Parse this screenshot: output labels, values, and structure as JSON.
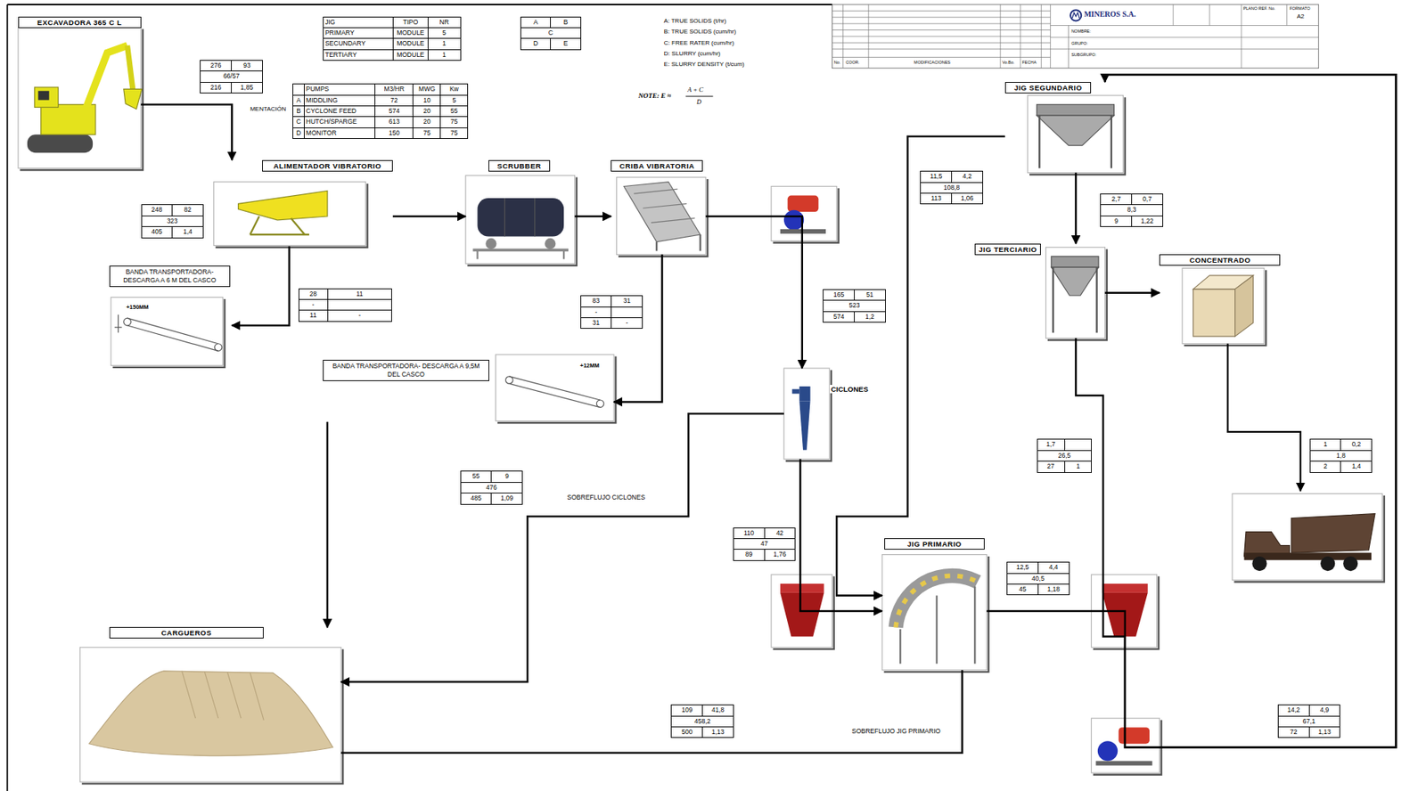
{
  "diagram": {
    "nodes": [
      {
        "text": [
          "EXCAVADORA 365 C L"
        ]
      },
      {
        "text": [
          "ALIMENTADOR VIBRATORIO"
        ]
      },
      {
        "text": [
          "BANDA TRANSPORTADORA- DESCARGA A 6 M DEL CASCO",
          "+150MM"
        ]
      },
      {
        "text": [
          "SCRUBBER"
        ]
      },
      {
        "text": [
          "CRIBA VIBRATORIA"
        ]
      },
      {
        "text": [
          "BANDA TRANSPORTADORA- DESCARGA A 9,5M DEL CASCO",
          "+12MM"
        ]
      },
      {
        "text": [
          "CICLONES"
        ]
      },
      {
        "text": [
          "CARGUEROS"
        ]
      },
      {
        "text": [
          "JIG PRIMARIO"
        ]
      },
      {
        "text": [
          "JIG SEGUNDARIO"
        ]
      },
      {
        "text": [
          "JIG TERCIARIO"
        ]
      },
      {
        "text": [
          "CONCENTRADO"
        ]
      }
    ],
    "edges": [
      {
        "from": 0,
        "to": 1,
        "arrow": "to"
      },
      {
        "from": 1,
        "to": 3,
        "arrow": "to"
      },
      {
        "from": 1,
        "to": 2,
        "arrow": "to"
      },
      {
        "from": 3,
        "to": 4,
        "arrow": "to"
      },
      {
        "from": 4,
        "to": 6,
        "arrow": "to"
      },
      {
        "from": 4,
        "to": 5,
        "arrow": "to"
      },
      {
        "from": 6,
        "to": 8,
        "arrow": "to"
      },
      {
        "from": 6,
        "to": 7,
        "label": "SOBREFLUJO CICLONES",
        "arrow": "to"
      },
      {
        "from": 5,
        "to": 7,
        "arrow": "to"
      },
      {
        "from": 8,
        "to": 7,
        "label": "SOBREFLUJO JIG PRIMARIO",
        "arrow": "none"
      },
      {
        "from": 9,
        "to": 8,
        "arrow": "to"
      },
      {
        "from": 8,
        "to": 9,
        "arrow": "to"
      },
      {
        "from": 9,
        "to": 10,
        "arrow": "to"
      },
      {
        "from": 10,
        "to": 11,
        "arrow": "to"
      },
      {
        "from": 10,
        "to": 9,
        "arrow": "to"
      }
    ],
    "labels": [
      "JIG",
      "TIPO",
      "NR",
      "PRIMARY",
      "MODULE",
      "5",
      "SECUNDARY",
      "MODULE",
      "1",
      "TERTIARY",
      "MODULE",
      "1",
      "A",
      "B",
      "C",
      "D",
      "E",
      "PUMPS",
      "M3/HR",
      "MWG",
      "Kw",
      "A",
      "MIDDLING",
      "72",
      "10",
      "5",
      "B",
      "CYCLONE FEED",
      "574",
      "20",
      "55",
      "C",
      "HUTCH/SPARGE",
      "613",
      "20",
      "75",
      "D",
      "MONITOR",
      "150",
      "75",
      "75",
      "276",
      "93",
      "66/57",
      "216",
      "1,85",
      "248",
      "82",
      "323",
      "405",
      "1,4",
      "28",
      "11",
      "-",
      "11",
      "-",
      "83",
      "31",
      "-",
      "31",
      "-",
      "165",
      "51",
      "523",
      "574",
      "1,2",
      "11,5",
      "4,2",
      "108,8",
      "113",
      "1,06",
      "2,7",
      "0,7",
      "8,3",
      "9",
      "1,22",
      "1,7",
      "26,5",
      "27",
      "1",
      "1",
      "0,2",
      "1,8",
      "2",
      "1,4",
      "55",
      "9",
      "476",
      "485",
      "1,09",
      "110",
      "42",
      "47",
      "89",
      "1,76",
      "12,5",
      "4,4",
      "40,5",
      "45",
      "1,18",
      "109",
      "41,8",
      "458,2",
      "500",
      "1,13",
      "14,2",
      "4,9",
      "67,1",
      "72",
      "1,13",
      "MENTACIÓN",
      "A: TRUE SOLIDS (t/hr)",
      "B: TRUE SOLIDS (cum/hr)",
      "C: FREE RATER (cum/hr)",
      "D: SLURRY (cum/hr)",
      "E: SLURRY DENSITY (t/cum)",
      "NOTE: E ≈",
      "A + C",
      "D",
      "MINEROS S.A.",
      "No.",
      "COOR.",
      "MODIFICACIONES",
      "Vo.Bo.",
      "FECHA",
      "NOMBRE:",
      "GRUPO:",
      "SUBGRUPO:",
      "PLANO REF. No.",
      "FORMATO",
      "A2"
    ]
  }
}
